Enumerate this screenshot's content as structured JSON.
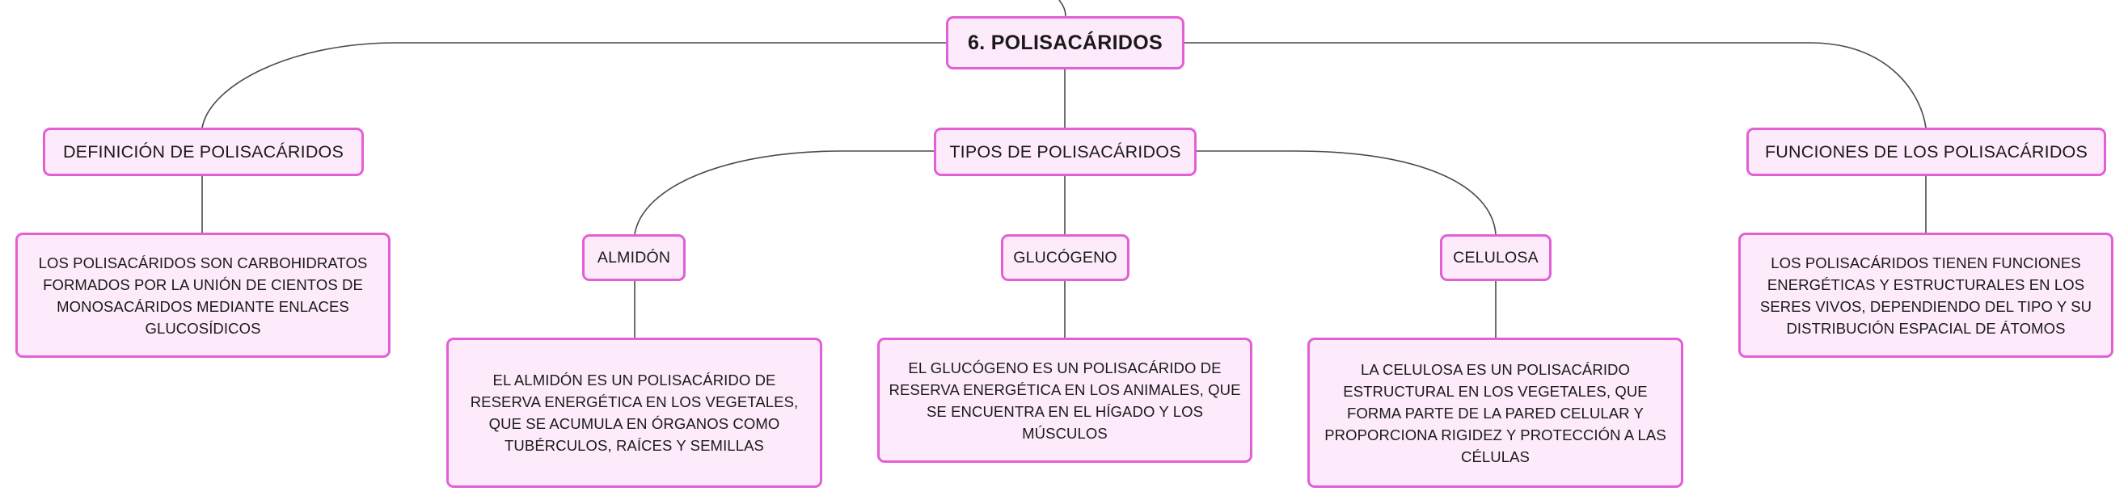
{
  "colors": {
    "node_fill": "#fdeafa",
    "node_border": "#e35fd6",
    "connector": "#4a4a4a"
  },
  "map": {
    "root": "6. POLISACÁRIDOS",
    "definicion": {
      "title": "DEFINICIÓN DE POLISACÁRIDOS",
      "text": "LOS POLISACÁRIDOS SON CARBOHIDRATOS FORMADOS POR LA UNIÓN DE CIENTOS DE MONOSACÁRIDOS MEDIANTE ENLACES GLUCOSÍDICOS"
    },
    "tipos": {
      "title": "TIPOS DE POLISACÁRIDOS",
      "almidon": {
        "title": "ALMIDÓN",
        "text": "EL ALMIDÓN ES UN POLISACÁRIDO DE RESERVA ENERGÉTICA EN LOS VEGETALES, QUE SE ACUMULA EN ÓRGANOS COMO TUBÉRCULOS, RAÍCES Y SEMILLAS"
      },
      "glucogeno": {
        "title": "GLUCÓGENO",
        "text": "EL GLUCÓGENO ES UN POLISACÁRIDO DE RESERVA ENERGÉTICA EN LOS ANIMALES, QUE SE ENCUENTRA EN EL HÍGADO Y LOS MÚSCULOS"
      },
      "celulosa": {
        "title": "CELULOSA",
        "text": "LA CELULOSA ES UN POLISACÁRIDO ESTRUCTURAL EN LOS VEGETALES, QUE FORMA PARTE DE LA PARED CELULAR Y PROPORCIONA RIGIDEZ Y PROTECCIÓN A LAS CÉLULAS"
      }
    },
    "funciones": {
      "title": "FUNCIONES DE LOS POLISACÁRIDOS",
      "text": "LOS POLISACÁRIDOS TIENEN FUNCIONES ENERGÉTICAS Y ESTRUCTURALES EN LOS SERES VIVOS, DEPENDIENDO DEL TIPO Y SU DISTRIBUCIÓN ESPACIAL DE ÁTOMOS"
    }
  }
}
